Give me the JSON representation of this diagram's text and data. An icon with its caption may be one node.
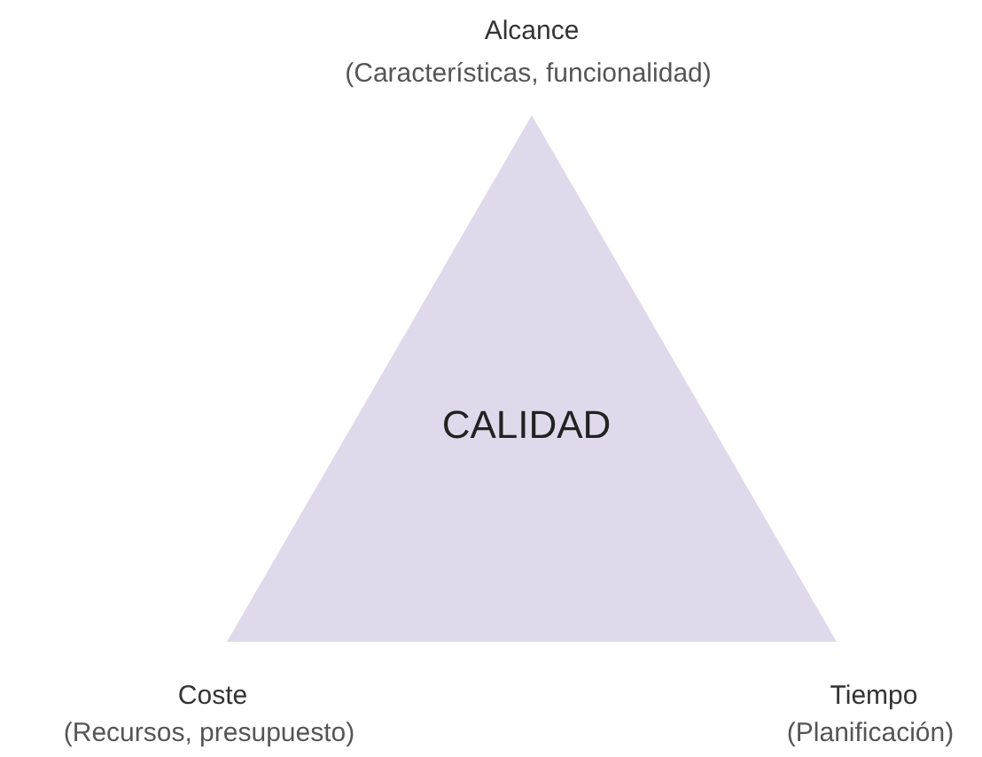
{
  "diagram": {
    "nodes": [
      {
        "text": [
          "CALIDAD"
        ]
      }
    ],
    "edges": [],
    "labels": [
      "Alcance",
      "(Características, funcionalidad)",
      "Coste",
      "(Recursos, presupuesto)",
      "Tiempo",
      "(Planificación)"
    ]
  }
}
